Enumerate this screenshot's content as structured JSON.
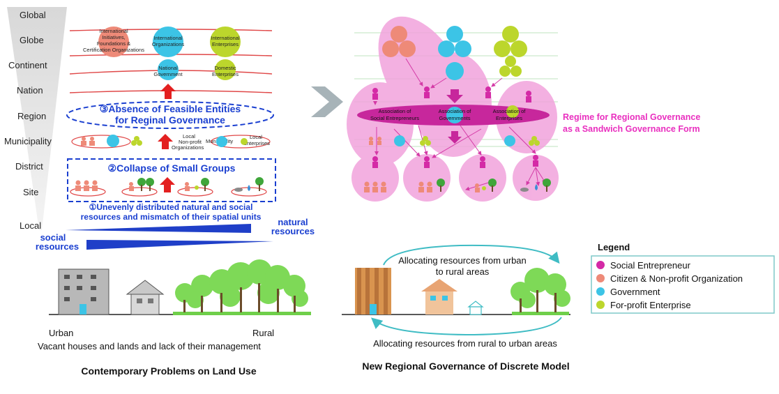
{
  "scale_labels": [
    "Global",
    "Globe",
    "Continent",
    "Nation",
    "Region",
    "Municipality",
    "District",
    "Site",
    "Local"
  ],
  "left": {
    "intl_initiatives": [
      "International",
      "Initiatives,",
      "Foundations &",
      "Certification Organizations"
    ],
    "intl_orgs": [
      "International",
      "Organizations"
    ],
    "intl_enterprises": [
      "International",
      "Enterprises"
    ],
    "national_gov": [
      "National",
      "Government"
    ],
    "domestic_enterprises": [
      "Domestic",
      "Enterprises"
    ],
    "absence_title": [
      "③Absence of Feasible Entities",
      "for Reginal Governance"
    ],
    "local_npo": [
      "Local",
      "Non-profit",
      "Organizations"
    ],
    "municipality": "Municipality",
    "local_enterprises": [
      "Local",
      "Enterprises"
    ],
    "collapse_title": "②Collapse of Small Groups",
    "uneven": [
      "①Unevenly distributed natural and social",
      "resources and mismatch of their spatial units"
    ],
    "natural_resources": [
      "natural",
      "resources"
    ],
    "social_resources": [
      "social",
      "resources"
    ],
    "urban": "Urban",
    "rural": "Rural",
    "vacant": "Vacant houses and lands and  lack of their management",
    "caption": "Contemporary Problems on Land Use"
  },
  "right": {
    "assoc_social": [
      "Association of",
      "Social Entrepreneurs"
    ],
    "assoc_gov": [
      "Association of",
      "Governments"
    ],
    "assoc_ent": [
      "Association of",
      "Enterprises"
    ],
    "regime": [
      "Regime for Regional Governance",
      "as a Sandwich Governance Form"
    ],
    "urban_to_rural": [
      "Allocating resources from urban",
      "to rural areas"
    ],
    "rural_to_urban": "Allocating resources from  rural to urban areas",
    "caption": "New Regional Governance of Discrete Model"
  },
  "legend": {
    "title": "Legend",
    "items": [
      {
        "label": "Social Entrepreneur",
        "color": "#d42aa6"
      },
      {
        "label": "Citizen & Non-profit Organization",
        "color": "#ee8a78"
      },
      {
        "label": "Government",
        "color": "#3cc4e6"
      },
      {
        "label": "For-profit Enterprise",
        "color": "#bcd62c"
      }
    ]
  },
  "colors": {
    "accent_blue": "#1a3fd0",
    "magenta": "#e92fbf",
    "pink_zone": "#f2a3dc",
    "red_line": "#e04848",
    "teal": "#3fbcc4"
  }
}
